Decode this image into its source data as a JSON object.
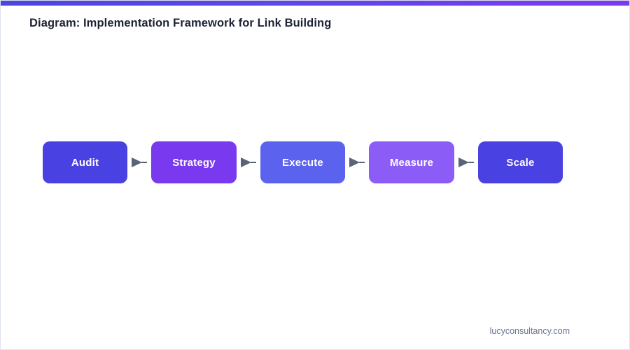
{
  "accent_bar": {
    "gradient_from": "#4b46e0",
    "gradient_mid": "#6246e8",
    "gradient_to": "#7c3aed"
  },
  "header": {
    "title": "Diagram: Implementation Framework for Link Building",
    "title_color": "#1e2235"
  },
  "diagram": {
    "type": "linear-process-flow",
    "arrow_color": "#5a6478",
    "node_text_color": "#ffffff",
    "nodes": [
      {
        "label": "Audit",
        "color": "#4a41e2"
      },
      {
        "label": "Strategy",
        "color": "#7839ef"
      },
      {
        "label": "Execute",
        "color": "#5b63ee"
      },
      {
        "label": "Measure",
        "color": "#8b5cf6"
      },
      {
        "label": "Scale",
        "color": "#4a41e2"
      }
    ]
  },
  "footer": {
    "domain": "lucyconsultancy.com",
    "color": "#6b7491"
  }
}
